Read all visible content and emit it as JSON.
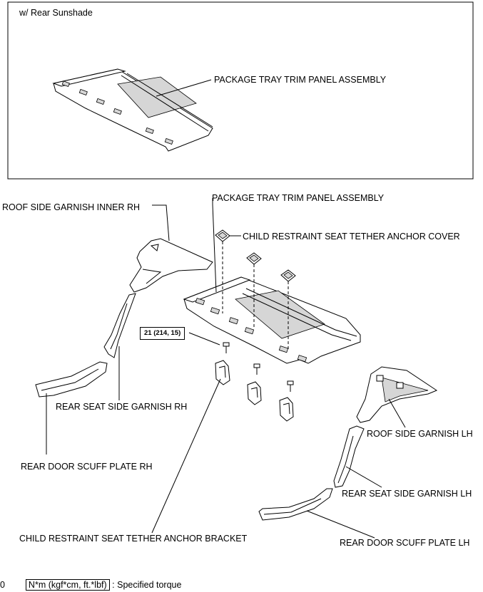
{
  "diagram": {
    "inset_title": "w/ Rear Sunshade",
    "labels": {
      "package_tray_inset": "PACKAGE TRAY TRIM PANEL ASSEMBLY",
      "package_tray_main": "PACKAGE TRAY TRIM PANEL  ASSEMBLY",
      "roof_side_garnish_inner_rh": "ROOF SIDE GARNISH INNER RH",
      "child_restraint_cover": "CHILD RESTRAINT SEAT TETHER ANCHOR COVER",
      "rear_seat_side_garnish_rh": "REAR SEAT SIDE GARNISH RH",
      "rear_door_scuff_plate_rh": "REAR DOOR SCUFF PLATE RH",
      "roof_side_garnish_lh": "ROOF SIDE GARNISH LH",
      "rear_seat_side_garnish_lh": "REAR SEAT SIDE GARNISH LH",
      "rear_door_scuff_plate_lh": "REAR DOOR SCUFF PLATE LH",
      "child_restraint_bracket": "CHILD RESTRAINT SEAT TETHER ANCHOR BRACKET"
    },
    "torque_value": "21 (214, 15)",
    "legend": {
      "unit_box": "N*m (kgf*cm, ft.*lbf)",
      "description": ": Specified torque",
      "marker": "0"
    }
  }
}
